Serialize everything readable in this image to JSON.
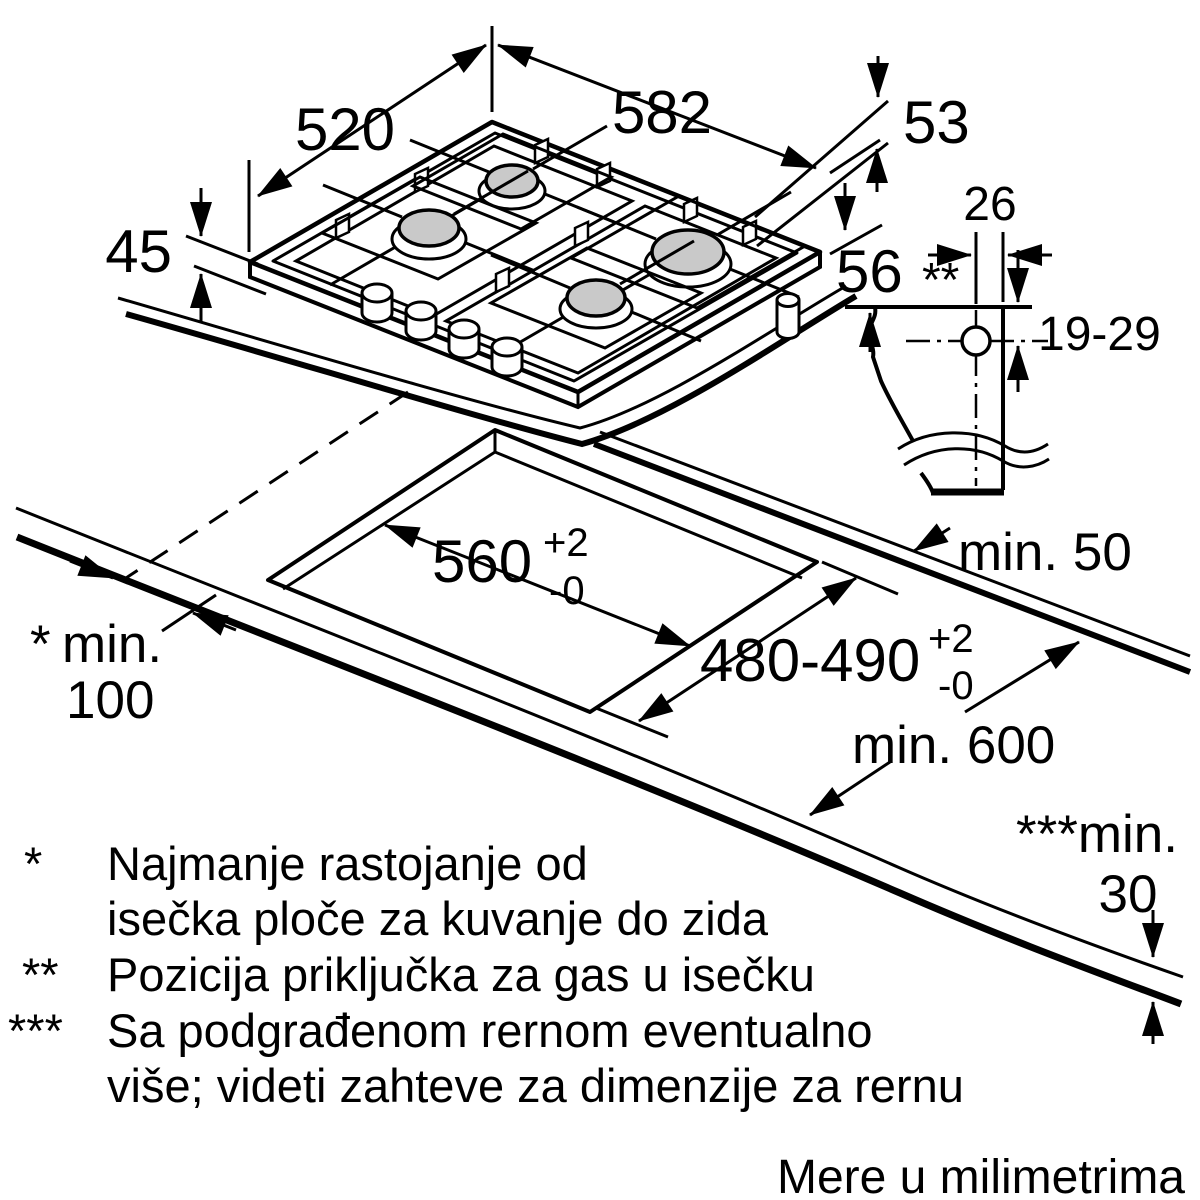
{
  "diagram": {
    "hob": {
      "dim_depth": "520",
      "dim_width": "582",
      "dim_height": "45",
      "dim_side_upper": "53",
      "dim_side_lower": "56"
    },
    "gas_connection": {
      "dim_offset": "26",
      "position_marker": "**",
      "dim_vertical_range": "19-29"
    },
    "cutout": {
      "width": "560",
      "width_tol_plus": "+2",
      "width_tol_minus": "-0",
      "depth": "480-490",
      "depth_tol_plus": "+2",
      "depth_tol_minus": "-0"
    },
    "clearances": {
      "rear": "min. 50",
      "side_marker": "*",
      "side_line1": "min.",
      "side_line2": "100",
      "front": "min. 600",
      "thickness_line1": "***min.",
      "thickness_line2": "30"
    },
    "footnotes": [
      {
        "marker": "*",
        "lines": [
          "Najmanje rastojanje od",
          "isečka ploče za kuvanje do zida"
        ]
      },
      {
        "marker": "**",
        "lines": [
          "Pozicija priključka za gas u isečku"
        ]
      },
      {
        "marker": "***",
        "lines": [
          "Sa podgrađenom rernom eventualno",
          "više; videti zahteve za dimenzije za rernu"
        ]
      }
    ],
    "units_note": "Mere u milimetrima"
  }
}
